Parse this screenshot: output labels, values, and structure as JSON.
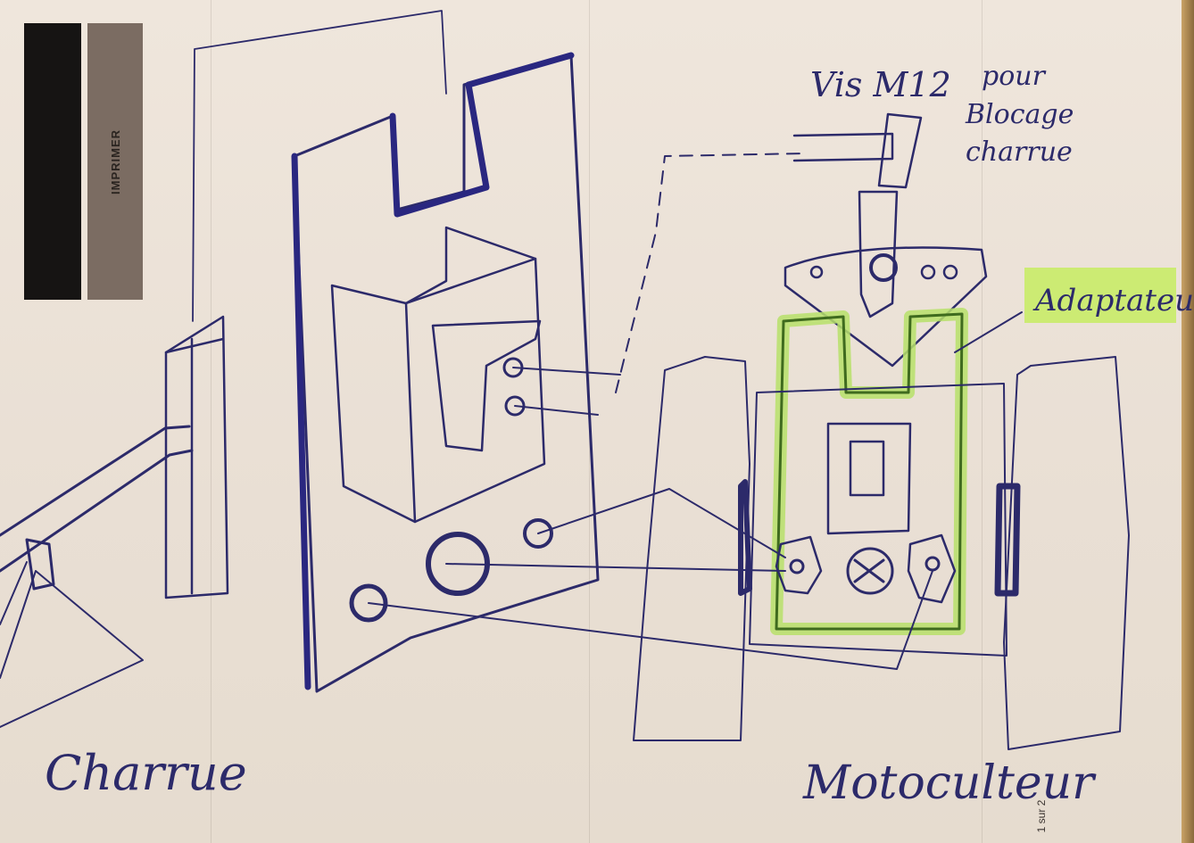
{
  "print_strip": {
    "label": "IMPRIMER"
  },
  "annotations": {
    "screw": "Vis M12",
    "screw_purpose_1": "pour",
    "screw_purpose_2": "Blocage",
    "screw_purpose_3": "charrue",
    "adapter": "Adaptateur",
    "plough": "Charrue",
    "tiller": "Motoculteur"
  },
  "page_number": "1 sur 2",
  "colors": {
    "ink": "#2c2a6a",
    "highlighter": "#b7e06a",
    "green_outline": "#3f6b1e",
    "paper": "#ece3d8"
  }
}
